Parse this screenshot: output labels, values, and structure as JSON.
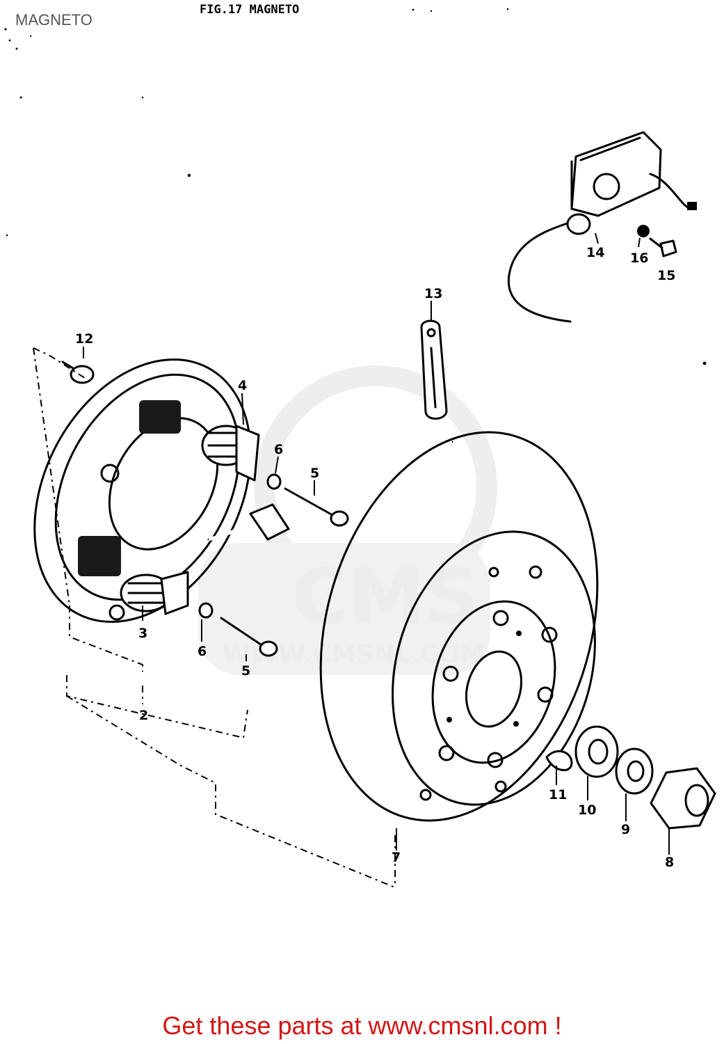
{
  "header": {
    "corner_title": "MAGNETO",
    "figure_title": "FIG.17  MAGNETO"
  },
  "watermark": {
    "brand": "CMS",
    "url": "WWW.CMSNL.COM"
  },
  "callouts": [
    {
      "id": "callout-2",
      "label": "2"
    },
    {
      "id": "callout-3",
      "label": "3"
    },
    {
      "id": "callout-4",
      "label": "4"
    },
    {
      "id": "callout-5a",
      "label": "5"
    },
    {
      "id": "callout-5b",
      "label": "5"
    },
    {
      "id": "callout-6a",
      "label": "6"
    },
    {
      "id": "callout-6b",
      "label": "6"
    },
    {
      "id": "callout-7",
      "label": "7"
    },
    {
      "id": "callout-8",
      "label": "8"
    },
    {
      "id": "callout-9",
      "label": "9"
    },
    {
      "id": "callout-10",
      "label": "10"
    },
    {
      "id": "callout-11",
      "label": "11"
    },
    {
      "id": "callout-12",
      "label": "12"
    },
    {
      "id": "callout-13",
      "label": "13"
    },
    {
      "id": "callout-14",
      "label": "14"
    },
    {
      "id": "callout-15",
      "label": "15"
    },
    {
      "id": "callout-16",
      "label": "16"
    }
  ],
  "footer": {
    "text": "Get these parts at www.cmsnl.com !"
  }
}
